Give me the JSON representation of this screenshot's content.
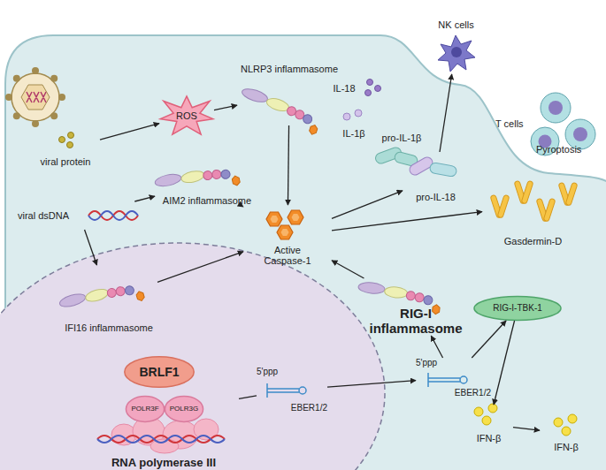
{
  "diagram": {
    "nodes": [
      {
        "text": [
          "viral protein"
        ]
      },
      {
        "text": [
          "ROS"
        ]
      },
      {
        "text": [
          "NLRP3 inflammasome"
        ]
      },
      {
        "text": [
          "viral dsDNA"
        ]
      },
      {
        "text": [
          "AIM2 inflammasome"
        ]
      },
      {
        "text": [
          "Active Caspase-1"
        ]
      },
      {
        "text": [
          "pro-IL-1β"
        ]
      },
      {
        "text": [
          "pro-IL-18"
        ]
      },
      {
        "text": [
          "IL-18"
        ]
      },
      {
        "text": [
          "IL-1β"
        ]
      },
      {
        "text": [
          "NK cells"
        ]
      },
      {
        "text": [
          "T cells"
        ]
      },
      {
        "text": [
          "Gasdermin-D"
        ]
      },
      {
        "text": [
          "IFI16 inflammasome"
        ]
      },
      {
        "text": [
          "RIG-I inflammasome"
        ]
      },
      {
        "text": [
          "RNA polymerase III"
        ]
      },
      {
        "text": [
          "BRLF1"
        ],
        "in": 15
      },
      {
        "text": [
          "POLR3F"
        ],
        "in": 15
      },
      {
        "text": [
          "POLR3G"
        ],
        "in": 15
      },
      {
        "text": [
          "5'ppp",
          "EBER1/2"
        ]
      },
      {
        "text": [
          "5'ppp",
          "EBER1/2"
        ]
      },
      {
        "text": [
          "RIG-I-TBK-1"
        ]
      },
      {
        "text": [
          "IFN-β"
        ]
      },
      {
        "text": [
          "IFN-β"
        ]
      }
    ],
    "edges": [
      {
        "from": 0,
        "to": 1,
        "arrow": "to"
      },
      {
        "from": 1,
        "to": 2,
        "arrow": "to"
      },
      {
        "from": 2,
        "to": 5,
        "arrow": "to"
      },
      {
        "from": 3,
        "to": 4,
        "arrow": "to"
      },
      {
        "from": 4,
        "to": 5,
        "arrow": "to"
      },
      {
        "from": 3,
        "to": 13,
        "arrow": "to"
      },
      {
        "from": 13,
        "to": 5,
        "arrow": "to"
      },
      {
        "from": 5,
        "to": 7,
        "arrow": "to"
      },
      {
        "from": 7,
        "to": 10,
        "arrow": "to"
      },
      {
        "from": 5,
        "to": 12,
        "arrow": "to"
      },
      {
        "from": 14,
        "to": 5,
        "arrow": "to"
      },
      {
        "from": 15,
        "to": 19,
        "arrow": "none"
      },
      {
        "from": 19,
        "to": 20,
        "arrow": "to"
      },
      {
        "from": 20,
        "to": 14,
        "arrow": "to"
      },
      {
        "from": 20,
        "to": 21,
        "arrow": "to"
      },
      {
        "from": 21,
        "to": 22,
        "arrow": "to"
      },
      {
        "from": 22,
        "to": 23,
        "arrow": "to"
      }
    ],
    "labels": [
      "Pyroptosis"
    ]
  }
}
